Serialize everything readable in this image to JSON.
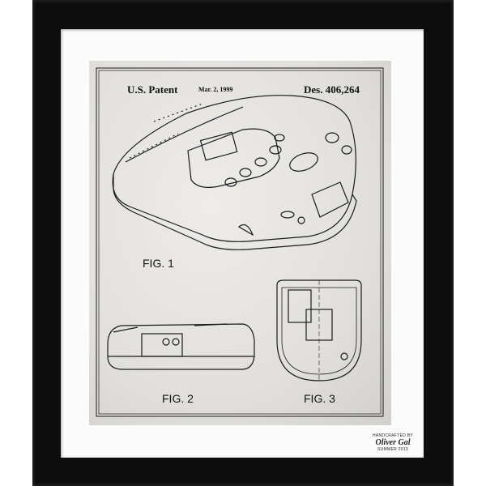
{
  "patent": {
    "title": "U.S. Patent",
    "date": "Mar. 2, 1999",
    "number": "Des. 406,264"
  },
  "figures": [
    {
      "label": "FIG. 1"
    },
    {
      "label": "FIG. 2"
    },
    {
      "label": "FIG. 3"
    }
  ],
  "signature": {
    "line1": "HANDCRAFTED BY",
    "line2": "Oliver Gal",
    "line3": "SUMMER 2013"
  },
  "colors": {
    "frame": "#0d0d0d",
    "mat": "#fbfbfb",
    "paper": "#e2e0dd",
    "ink": "#111111"
  }
}
